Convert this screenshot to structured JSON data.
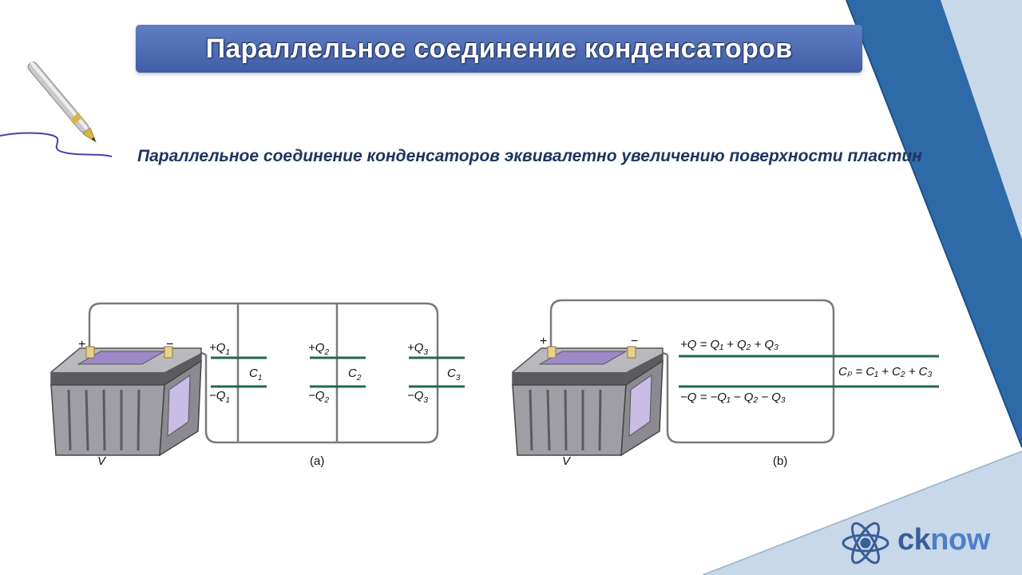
{
  "title": "Параллельное соединение конденсаторов",
  "subtitle": "Параллельное соединение конденсаторов эквивалетно увеличению поверхности пластин",
  "diagram_a": {
    "plus": "+",
    "minus": "−",
    "battery_label": "V",
    "caption": "(a)",
    "capacitors": [
      {
        "top_sign": "+Q",
        "top_sub": "1",
        "bottom_sign": "−Q",
        "bottom_sub": "1",
        "name": "C",
        "sub": "1"
      },
      {
        "top_sign": "+Q",
        "top_sub": "2",
        "bottom_sign": "−Q",
        "bottom_sub": "2",
        "name": "C",
        "sub": "2"
      },
      {
        "top_sign": "+Q",
        "top_sub": "3",
        "bottom_sign": "−Q",
        "bottom_sub": "3",
        "name": "C",
        "sub": "3"
      }
    ]
  },
  "diagram_b": {
    "plus": "+",
    "minus": "−",
    "battery_label": "V",
    "caption": "(b)",
    "top_formula": "+Q = Q₁ + Q₂ + Q₃",
    "bottom_formula": "−Q = −Q₁ − Q₂ − Q₃",
    "equivalent": "Cₚ = C₁ + C₂ + C₃"
  },
  "logo": {
    "part1": "ck",
    "part2": "now"
  },
  "colors": {
    "title_bg": "#4a6bb5",
    "subtitle_text": "#1c3660",
    "plate": "#1e6b4a",
    "wire": "#7a7a7a",
    "corner_dark": "#2f6aa8",
    "corner_light": "#c8d8e8"
  }
}
